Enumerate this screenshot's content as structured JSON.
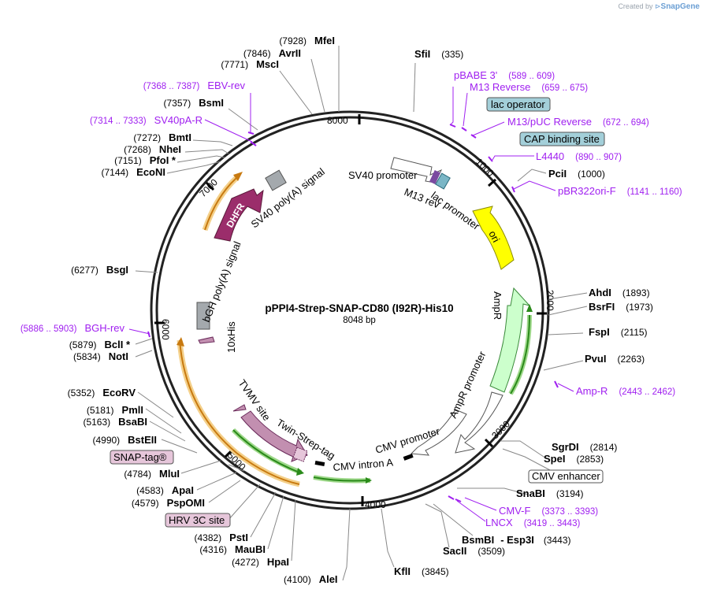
{
  "brand": {
    "prefix": "Created by",
    "name": "SnapGene"
  },
  "plasmid": {
    "name": "pPPI4-Strep-SNAP-CD80 (I92R)-His10",
    "size": "8048 bp"
  },
  "ticks": [
    "1000",
    "2000",
    "3000",
    "4000",
    "5000",
    "6000",
    "7000",
    "8000"
  ],
  "enzymes": [
    {
      "name": "AleI",
      "pos": "(4100)"
    },
    {
      "name": "KflI",
      "pos": "(3845)"
    },
    {
      "name": "SacII",
      "pos": "(3509)"
    },
    {
      "name": "BsmBI",
      "pos": "- Esp3I",
      "pos2": "(3443)"
    },
    {
      "name": "SnaBI",
      "pos": "(3194)"
    },
    {
      "name": "SpeI",
      "pos": "(2853)"
    },
    {
      "name": "SgrDI",
      "pos": "(2814)"
    },
    {
      "name": "PvuI",
      "pos": "(2263)"
    },
    {
      "name": "FspI",
      "pos": "(2115)"
    },
    {
      "name": "BsrFI",
      "pos": "(1973)"
    },
    {
      "name": "AhdI",
      "pos": "(1893)"
    },
    {
      "name": "PciI",
      "pos": "(1000)"
    },
    {
      "name": "SfiI",
      "pos": "(335)"
    },
    {
      "name": "MfeI",
      "pos": "(7928)"
    },
    {
      "name": "AvrII",
      "pos": "(7846)"
    },
    {
      "name": "MscI",
      "pos": "(7771)"
    },
    {
      "name": "BsmI",
      "pos": "(7357)"
    },
    {
      "name": "BmtI",
      "pos": "(7272)"
    },
    {
      "name": "NheI",
      "pos": "(7268)"
    },
    {
      "name": "PfoI *",
      "pos": "(7151)"
    },
    {
      "name": "EcoNI",
      "pos": "(7144)"
    },
    {
      "name": "BsgI",
      "pos": "(6277)"
    },
    {
      "name": "BclI *",
      "pos": "(5879)"
    },
    {
      "name": "NotI",
      "pos": "(5834)"
    },
    {
      "name": "EcoRV",
      "pos": "(5352)"
    },
    {
      "name": "PmlI",
      "pos": "(5181)"
    },
    {
      "name": "BsaBI",
      "pos": "(5163)"
    },
    {
      "name": "BstEII",
      "pos": "(4990)"
    },
    {
      "name": "MluI",
      "pos": "(4784)"
    },
    {
      "name": "ApaI",
      "pos": "(4583)"
    },
    {
      "name": "PspOMI",
      "pos": "(4579)"
    },
    {
      "name": "PstI",
      "pos": "(4382)"
    },
    {
      "name": "MauBI",
      "pos": "(4316)"
    },
    {
      "name": "HpaI",
      "pos": "(4272)"
    }
  ],
  "primers": [
    {
      "name": "pBABE 3'",
      "range": "(589 .. 609)"
    },
    {
      "name": "M13 Reverse",
      "range": "(659 .. 675)"
    },
    {
      "name": "M13/pUC Reverse",
      "range": "(672 .. 694)"
    },
    {
      "name": "L4440",
      "range": "(890 .. 907)"
    },
    {
      "name": "pBR322ori-F",
      "range": "(1141 .. 1160)"
    },
    {
      "name": "Amp-R",
      "range": "(2443 .. 2462)"
    },
    {
      "name": "CMV-F",
      "range": "(3373 .. 3393)"
    },
    {
      "name": "LNCX",
      "range": "(3419 .. 3443)"
    },
    {
      "name": "EBV-rev",
      "range": "(7368 .. 7387)"
    },
    {
      "name": "SV40pA-R",
      "range": "(7314 .. 7333)"
    },
    {
      "name": "BGH-rev",
      "range": "(5886 .. 5903)"
    }
  ],
  "boxed": [
    {
      "name": "lac operator"
    },
    {
      "name": "CAP binding site"
    },
    {
      "name": "CMV enhancer"
    },
    {
      "name": "SNAP-tag®"
    },
    {
      "name": "HRV 3C site"
    }
  ],
  "features": {
    "sv40_promoter": "SV40 promoter",
    "m13_rev": "M13 rev",
    "lac_promoter": "lac promoter",
    "ori": "ori",
    "ampr": "AmpR",
    "ampr_promoter": "AmpR promoter",
    "cmv_promoter": "CMV promoter",
    "cmv_intron": "CMV intron A",
    "twin_strep": "Twin-Strep-tag",
    "tvmv": "TVMV site",
    "his": "10xHis",
    "bgh": "bGH poly(A) signal",
    "dhfr": "DHFR",
    "sv40_polya": "SV40 poly(A) signal"
  },
  "colors": {
    "primer": "#a020f0",
    "ori": "#ffff00",
    "ampr": "#ccffcc",
    "dhfr": "#9b2d6b",
    "snap": "#c28fb0",
    "orf_orange": "#e0a040",
    "orf_green": "#40a020",
    "lac_box": "#a3cfd9",
    "grey_feature": "#a4a9ad"
  }
}
